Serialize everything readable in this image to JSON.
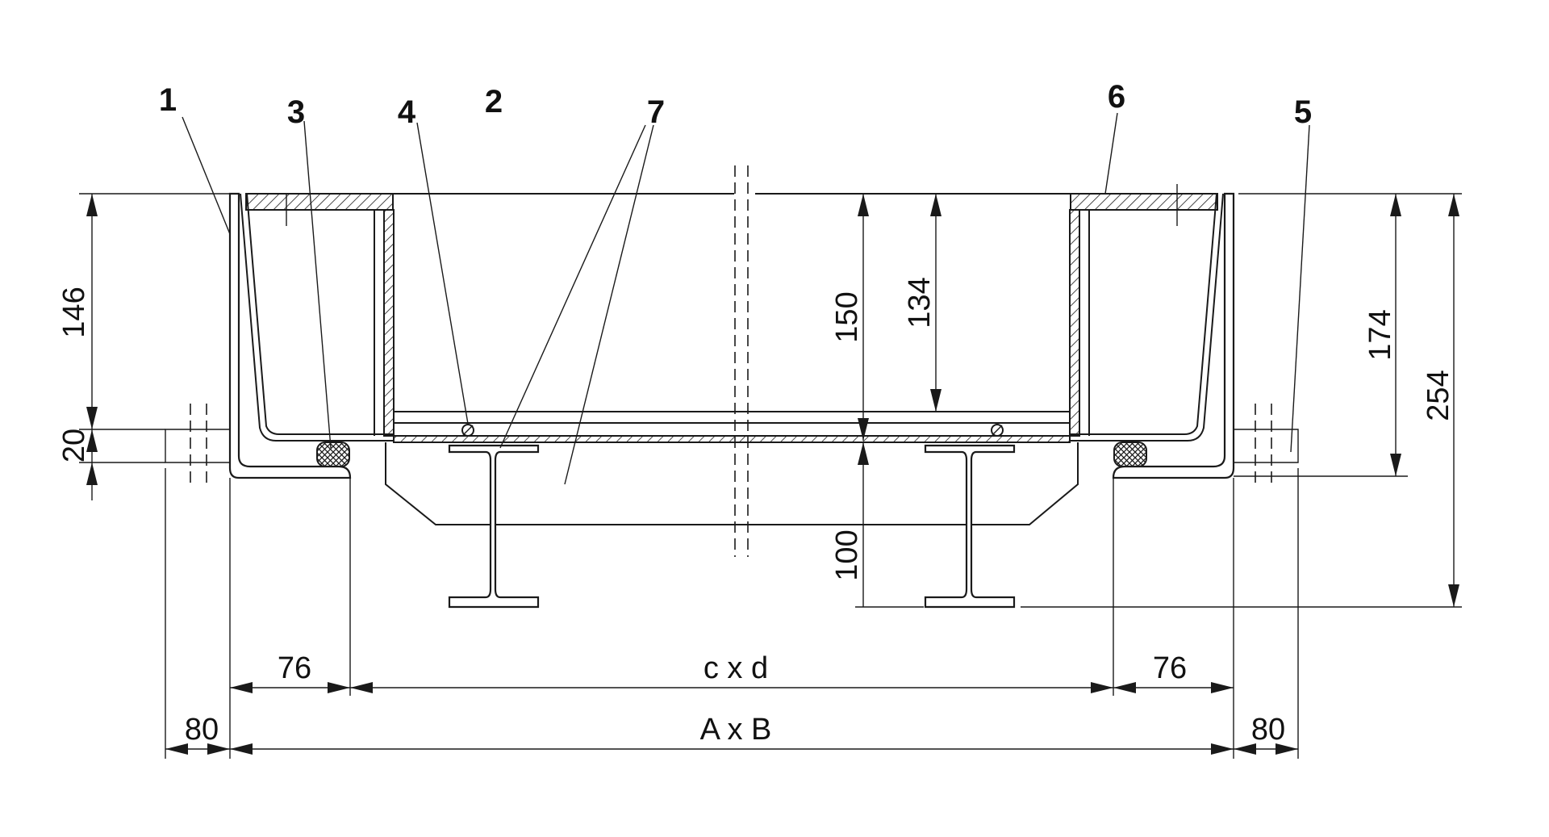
{
  "callouts": {
    "c1": "1",
    "c2": "2",
    "c3": "3",
    "c4": "4",
    "c5": "5",
    "c6": "6",
    "c7": "7"
  },
  "dimensions": {
    "left_frame_height": "146",
    "flange_thickness": "20",
    "inner_height_150": "150",
    "inner_height_134": "134",
    "beam_height": "100",
    "right_frame_height": "174",
    "total_height": "254",
    "left_rim_width": "76",
    "clear_opening": "c x d",
    "right_rim_width": "76",
    "left_flange_width": "80",
    "outer_size": "A x B",
    "right_flange_width": "80"
  }
}
